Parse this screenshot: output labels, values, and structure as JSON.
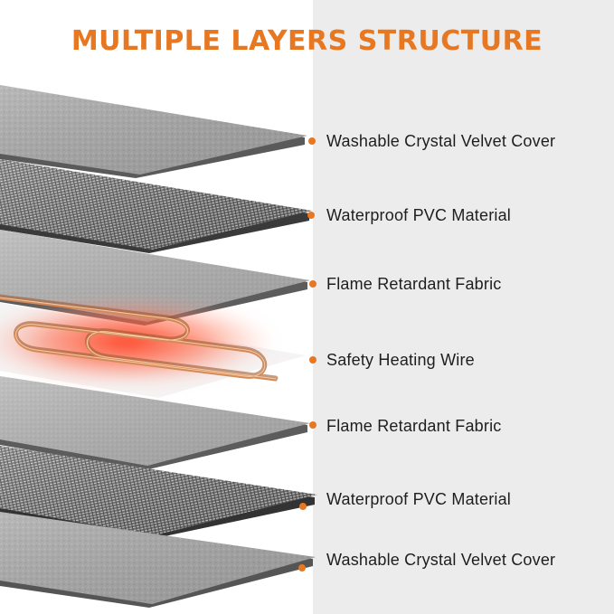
{
  "title": "MULTIPLE LAYERS STRUCTURE",
  "colors": {
    "accent": "#e87722",
    "label_text": "#1e1e1e",
    "right_panel": "#ececec",
    "heating_glow": "#ff4a2a",
    "wire": "#c87c48"
  },
  "layers": [
    {
      "label": "Washable Crystal Velvet Cover",
      "material": "velvet"
    },
    {
      "label": "Waterproof PVC Material",
      "material": "pvc"
    },
    {
      "label": "Flame Retardant Fabric",
      "material": "fabric"
    },
    {
      "label": "Safety Heating Wire",
      "material": "wire"
    },
    {
      "label": "Flame Retardant Fabric",
      "material": "fabric"
    },
    {
      "label": "Waterproof PVC Material",
      "material": "pvc"
    },
    {
      "label": "Washable Crystal Velvet Cover",
      "material": "velvet"
    }
  ]
}
